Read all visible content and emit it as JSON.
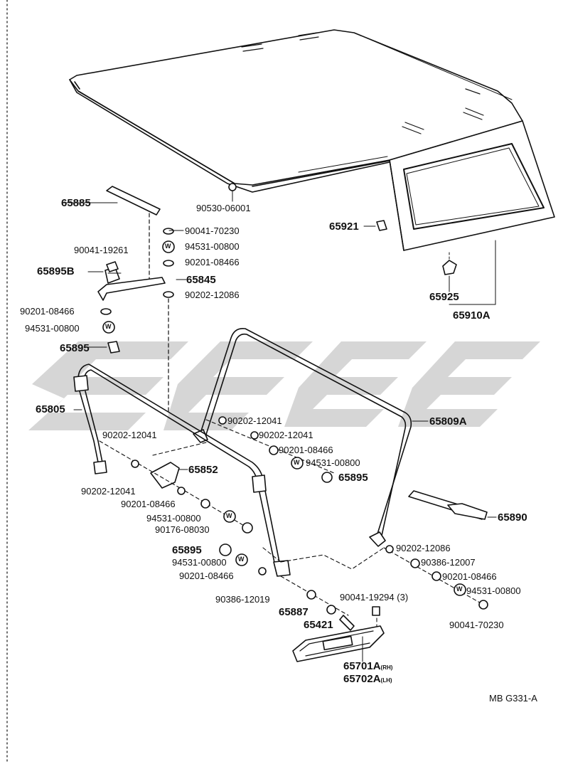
{
  "labels": {
    "p65885": "65885",
    "p90530": "90530-06001",
    "p65921": "65921",
    "p65925": "65925",
    "p65910A": "65910A",
    "p90041_70230_top": "90041-70230",
    "p94531_top": "94531-00800",
    "p90201_top": "90201-08466",
    "p65845": "65845",
    "p90202_12086_top": "90202-12086",
    "p90041_19261": "90041-19261",
    "p65895B": "65895B",
    "p90201_left": "90201-08466",
    "p94531_left": "94531-00800",
    "p65895_left": "65895",
    "p65805": "65805",
    "p65809A": "65809A",
    "p90202_12041_a": "90202-12041",
    "p90202_12041_b": "90202-12041",
    "p90202_12041_c": "90202-12041",
    "p90201_mid": "90201-08466",
    "p94531_mid": "94531-00800",
    "p65895_mid": "65895",
    "p65852": "65852",
    "p90202_12041_d": "90202-12041",
    "p90201_low": "90201-08466",
    "p94531_low": "94531-00800",
    "p90176": "90176-08030",
    "p65895_low": "65895",
    "p94531_low2": "94531-00800",
    "p90201_low2": "90201-08466",
    "p65890": "65890",
    "p90202_12086_r": "90202-12086",
    "p90386_12007": "90386-12007",
    "p90201_r": "90201-08466",
    "p94531_r": "94531-00800",
    "p90041_70230_r": "90041-70230",
    "p90386_12019": "90386-12019",
    "p65887": "65887",
    "p65421": "65421",
    "p90041_19294": "90041-19294",
    "p90041_19294_qty": "(3)",
    "p65701A": "65701A",
    "p65701A_side": "(RH)",
    "p65702A": "65702A",
    "p65702A_side": "(LH)",
    "figure_code": "MB G331-A"
  },
  "washer_mark": "W",
  "colors": {
    "ink": "#111111",
    "watermark": "#c8c8c8",
    "background": "#ffffff"
  }
}
